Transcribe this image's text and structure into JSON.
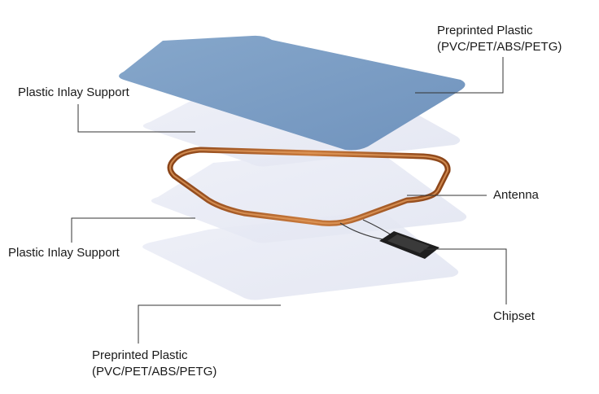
{
  "labels": {
    "preprinted_plastic_top": {
      "line1": "Preprinted Plastic",
      "line2": "(PVC/PET/ABS/PETG)"
    },
    "plastic_inlay_support_top": {
      "line1": "Plastic Inlay Support"
    },
    "antenna": {
      "line1": "Antenna"
    },
    "plastic_inlay_support_bottom": {
      "line1": "Plastic Inlay Support"
    },
    "chipset": {
      "line1": "Chipset"
    },
    "preprinted_plastic_bottom": {
      "line1": "Preprinted Plastic",
      "line2": "(PVC/PET/ABS/PETG)"
    }
  },
  "colors": {
    "top_card": "#7b9ec4",
    "inlay_layer": "#e6e8f3",
    "antenna_copper": "#b5652a",
    "chip": "#1e1e1e",
    "leader_line": "#333333"
  }
}
